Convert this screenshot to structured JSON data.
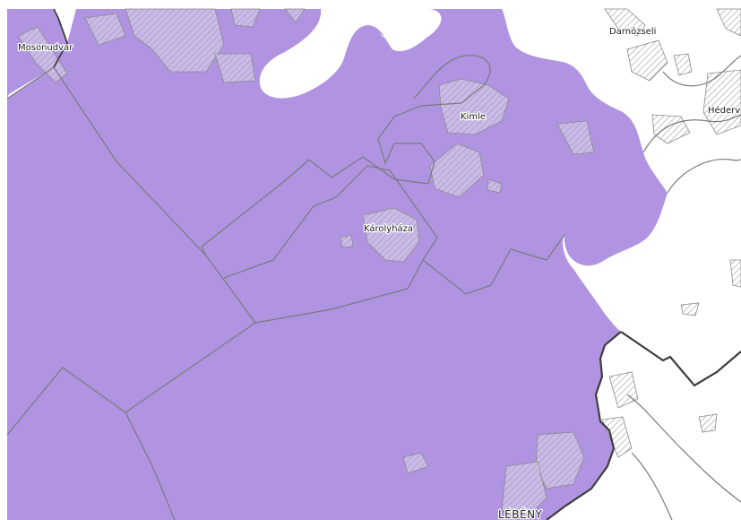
{
  "map": {
    "colors": {
      "region_fill": "#b094e2",
      "background": "#ffffff",
      "boundary_line": "#7a7a7a",
      "county_border": "#3d3d3d",
      "hatch": "#9a9a9a",
      "label_text": "#222222"
    },
    "places": {
      "mosonudvar": "Mosonudvar",
      "darnozseli": "Darnózseli",
      "heder": "Héderv",
      "kimle": "Kimle",
      "karolyhaza": "Károlyháza",
      "lebeny": "LÉBÉNY"
    }
  }
}
